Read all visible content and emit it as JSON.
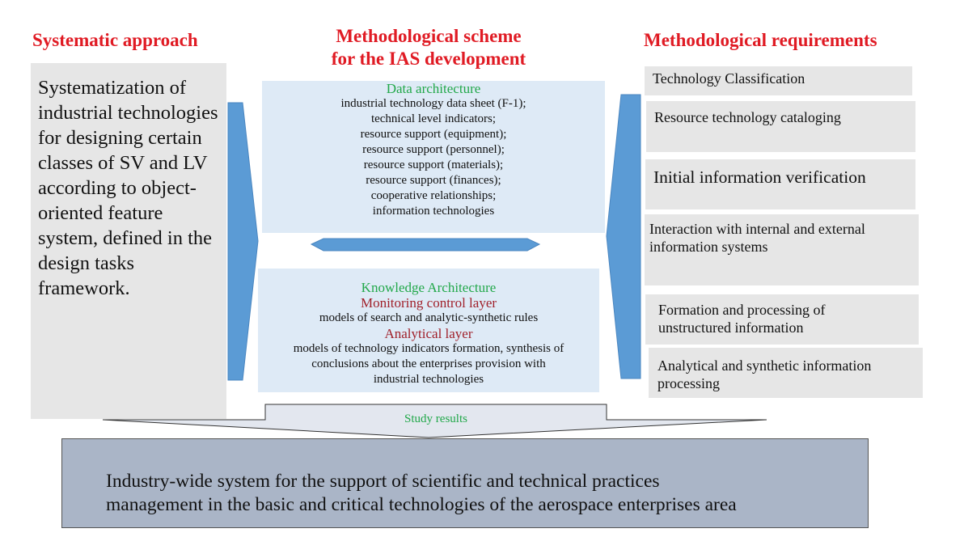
{
  "headings": {
    "left": "Systematic approach",
    "center_line1": "Methodological scheme",
    "center_line2": "for the IAS development",
    "right": "Methodological requirements"
  },
  "left_panel": {
    "text": "Systematization of industrial technologies for designing certain classes of SV and LV according to object-oriented feature system, defined in the design tasks framework."
  },
  "data_architecture": {
    "title": "Data architecture",
    "items": [
      "industrial technology data sheet (F-1);",
      "technical level indicators;",
      "resource support (equipment);",
      "resource support (personnel);",
      "resource support (materials);",
      "resource support (finances);",
      "cooperative relationships;",
      "information technologies"
    ]
  },
  "knowledge_architecture": {
    "title": "Knowledge Architecture",
    "monitoring_title": "Monitoring control layer",
    "monitoring_text": "models of search and analytic-synthetic rules",
    "analytical_title": "Analytical layer",
    "analytical_lines": [
      "models of technology indicators formation, synthesis of",
      "conclusions about the enterprises provision with",
      "industrial technologies"
    ]
  },
  "requirements": [
    {
      "lines": [
        "Technology Classification"
      ]
    },
    {
      "lines": [
        "Resource technology cataloging"
      ]
    },
    {
      "lines": [
        "Initial information verification"
      ]
    },
    {
      "lines": [
        "Interaction with internal and external",
        "information systems"
      ]
    },
    {
      "lines": [
        "Formation and processing of",
        "unstructured information"
      ]
    },
    {
      "lines": [
        "Analytical and synthetic information",
        "processing"
      ]
    }
  ],
  "study_results": "Study results",
  "bottom": {
    "line1": "Industry-wide system for the support of scientific and technical practices",
    "line2": "management in the basic and critical technologies of the aerospace enterprises area"
  },
  "colors": {
    "heading_red": "#e01b24",
    "arrow_blue": "#5b9bd5",
    "panel_blue": "#deeaf6",
    "panel_gray": "#e6e6e6",
    "title_green": "#22a84a",
    "title_darkred": "#a0202a",
    "bottom_fill": "#aab5c7"
  }
}
